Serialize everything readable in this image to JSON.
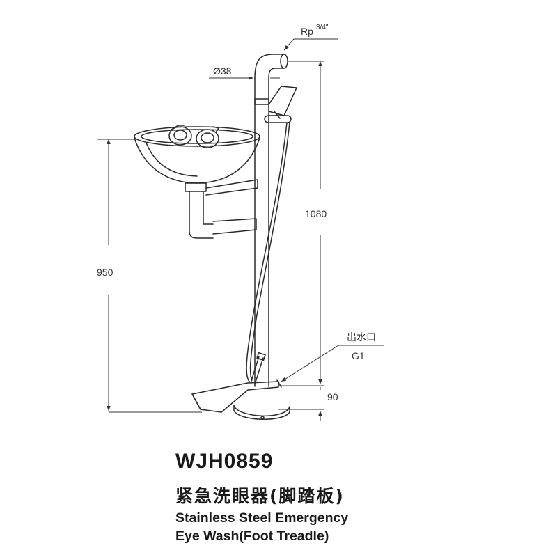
{
  "product": {
    "model": "WJH0859",
    "name_cn": "紧急洗眼器(脚踏板)",
    "name_en_line1": "Stainless Steel Emergency",
    "name_en_line2": "Eye Wash(Foot Treadle)"
  },
  "dimensions": {
    "inlet_thread": "Rp",
    "inlet_fraction": "3/4\"",
    "pipe_diameter": "Ø38",
    "overall_height": "1080",
    "bowl_height": "950",
    "base_height": "90",
    "outlet_label": "出水口",
    "outlet_thread": "G1"
  },
  "colors": {
    "line": "#2a2a2a",
    "dim": "#333333"
  }
}
